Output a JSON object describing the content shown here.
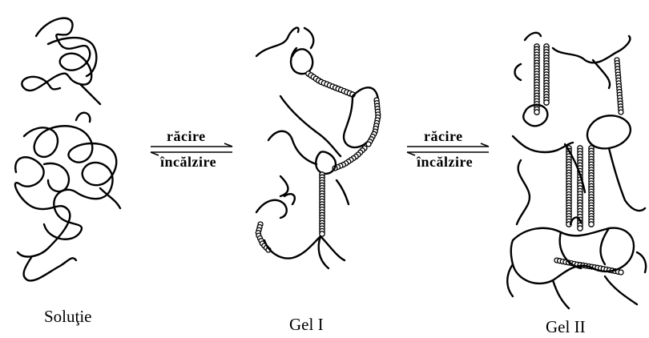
{
  "labels": {
    "solution": "Soluţie",
    "gel1": "Gel I",
    "gel2": "Gel II"
  },
  "arrows": [
    {
      "forward": "răcire",
      "reverse": "încălzire"
    },
    {
      "forward": "răcire",
      "reverse": "încălzire"
    }
  ]
}
